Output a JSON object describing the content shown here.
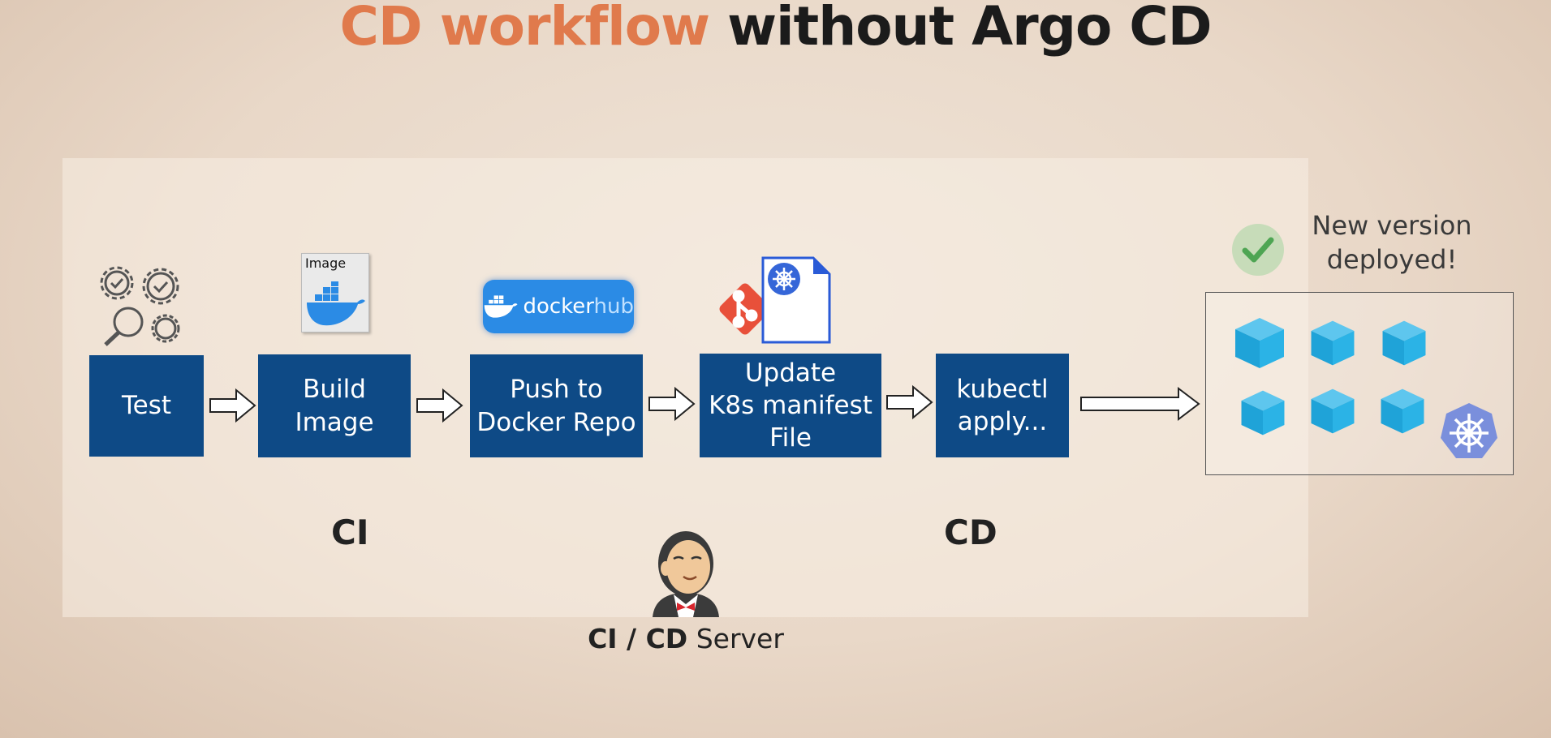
{
  "title": {
    "part1": "CD workflow",
    "part2": " without Argo CD"
  },
  "steps": [
    {
      "label": "Test"
    },
    {
      "label": "Build\nImage"
    },
    {
      "label": "Push to\nDocker Repo"
    },
    {
      "label": "Update\nK8s manifest\nFile"
    },
    {
      "label": "kubectl\napply..."
    }
  ],
  "phases": {
    "ci": "CI",
    "cd": "CD"
  },
  "server": {
    "bold": "CI / CD",
    "rest": " Server"
  },
  "image_card_label": "Image",
  "dockerhub": {
    "docker": "docker",
    "hub": "hub"
  },
  "result": {
    "line1": "New version",
    "line2": "deployed!"
  },
  "colors": {
    "step_fill": "#0e4a86",
    "accent": "#e07a4c",
    "cube": "#29aee0",
    "k8s": "#6f86d6",
    "check": "#58b368"
  },
  "icons": [
    "gears-magnifier-icon",
    "docker-whale-icon",
    "dockerhub-logo-icon",
    "git-icon",
    "k8s-manifest-file-icon",
    "jenkins-icon",
    "check-icon",
    "cube-icon",
    "kubernetes-icon"
  ]
}
